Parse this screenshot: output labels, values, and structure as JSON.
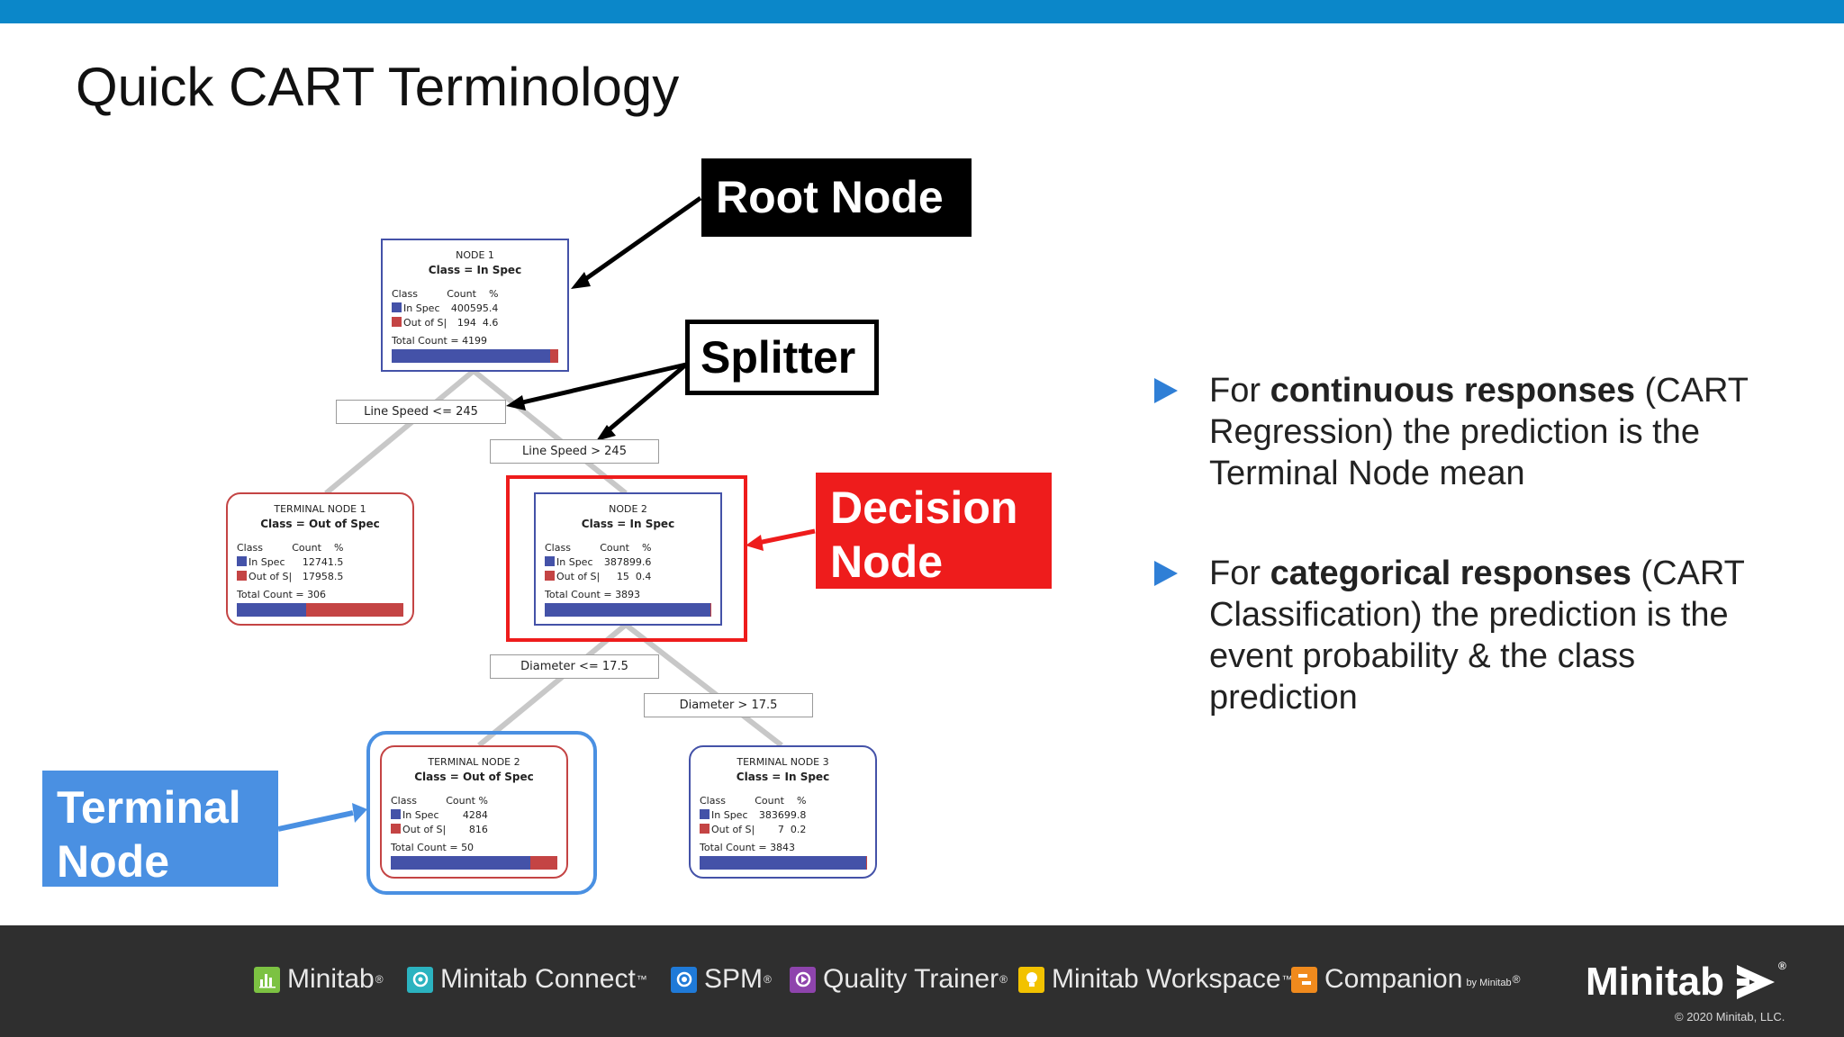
{
  "title": "Quick CART Terminology",
  "colors": {
    "top_bar": "#0b87c9",
    "in_spec": "#4452a8",
    "out_of_spec": "#c44444",
    "decision_highlight": "#ee1c1c",
    "terminal_highlight": "#4a90e2",
    "bullet": "#2f7fd6",
    "footer": "#2f2f2f"
  },
  "tree": {
    "class_header": "Class",
    "count_header": "Count",
    "pct_header": "%",
    "in_spec_label": "In Spec",
    "out_spec_label": "Out of S|",
    "nodes": {
      "node1": {
        "title": "NODE 1",
        "class_label": "Class = In Spec",
        "in_count": "4005",
        "in_pct": "95.4",
        "out_count": "194",
        "out_pct": "4.6",
        "total": "Total Count = 4199",
        "in_fraction": 0.954
      },
      "terminal1": {
        "title": "TERMINAL NODE 1",
        "class_label": "Class = Out of Spec",
        "in_count": "127",
        "in_pct": "41.5",
        "out_count": "179",
        "out_pct": "58.5",
        "total": "Total Count = 306",
        "in_fraction": 0.415
      },
      "node2": {
        "title": "NODE 2",
        "class_label": "Class = In Spec",
        "in_count": "3878",
        "in_pct": "99.6",
        "out_count": "15",
        "out_pct": "0.4",
        "total": "Total Count = 3893",
        "in_fraction": 0.996
      },
      "terminal2": {
        "title": "TERMINAL NODE 2",
        "class_label": "Class = Out of Spec",
        "in_count": "42",
        "in_pct": "84",
        "out_count": "8",
        "out_pct": "16",
        "total": "Total Count = 50",
        "in_fraction": 0.84
      },
      "terminal3": {
        "title": "TERMINAL NODE 3",
        "class_label": "Class = In Spec",
        "in_count": "3836",
        "in_pct": "99.8",
        "out_count": "7",
        "out_pct": "0.2",
        "total": "Total Count = 3843",
        "in_fraction": 0.998
      }
    },
    "splits": {
      "s1": "Line Speed <= 245",
      "s2": "Line Speed > 245",
      "s3": "Diameter <= 17.5",
      "s4": "Diameter > 17.5"
    }
  },
  "labels": {
    "root": "Root Node",
    "splitter": "Splitter",
    "decision_line1": "Decision",
    "decision_line2": "Node",
    "terminal_line1": "Terminal",
    "terminal_line2": "Node"
  },
  "bullets": [
    {
      "pre": "For ",
      "bold": "continuous responses",
      "post": " (CART Regression) the prediction is the Terminal Node mean"
    },
    {
      "pre": "For ",
      "bold": "categorical responses",
      "post": " (CART Classification) the prediction is the event probability & the class prediction"
    }
  ],
  "footer": {
    "products": [
      {
        "name": "Minitab",
        "mark": "®",
        "icon": "minitab-bar-chart-icon",
        "color": "#7cc242"
      },
      {
        "name": "Minitab Connect",
        "mark": "™",
        "icon": "minitab-connect-icon",
        "color": "#2bb3c0"
      },
      {
        "name": "SPM",
        "mark": "®",
        "icon": "spm-icon",
        "color": "#1f7ad8"
      },
      {
        "name": "Quality Trainer",
        "mark": "®",
        "icon": "quality-trainer-icon",
        "color": "#8e44ad"
      },
      {
        "name": "Minitab Workspace",
        "mark": "™",
        "icon": "minitab-workspace-icon",
        "color": "#f2c200"
      },
      {
        "name": "Companion",
        "by": "by Minitab",
        "mark": "®",
        "icon": "companion-icon",
        "color": "#f08a1d"
      }
    ],
    "brand": "Minitab",
    "brand_mark": "®",
    "copyright": "© 2020 Minitab, LLC."
  }
}
